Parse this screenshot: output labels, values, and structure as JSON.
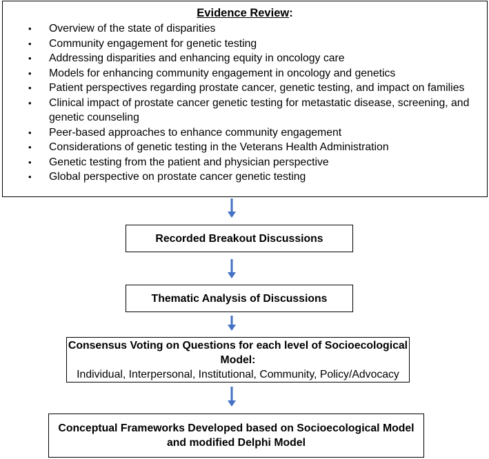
{
  "evidence_review": {
    "title": "Evidence Review",
    "title_suffix": ":",
    "bullet": "•",
    "items": [
      "Overview of the state of disparities",
      "Community engagement for genetic testing",
      "Addressing disparities and enhancing equity in oncology care",
      "Models for enhancing community engagement in oncology and genetics",
      "Patient perspectives regarding prostate cancer, genetic testing, and impact on families",
      "Clinical impact of prostate cancer genetic testing for metastatic disease, screening, and genetic counseling",
      "Peer-based approaches to enhance community engagement",
      "Considerations of genetic testing in the Veterans Health Administration",
      "Genetic testing from the patient and physician perspective",
      "Global perspective on prostate cancer genetic testing"
    ]
  },
  "steps": {
    "breakout": "Recorded Breakout Discussions",
    "thematic": "Thematic Analysis of Discussions",
    "consensus_title": "Consensus Voting on Questions for each level of Socioecological Model:",
    "consensus_levels": "Individual, Interpersonal, Institutional, Community, Policy/Advocacy",
    "frameworks_line1": "Conceptual Frameworks Developed based on Socioecological Model",
    "frameworks_line2": "and modified Delphi Model"
  },
  "colors": {
    "arrow": "#4472C4",
    "border": "#000000"
  }
}
